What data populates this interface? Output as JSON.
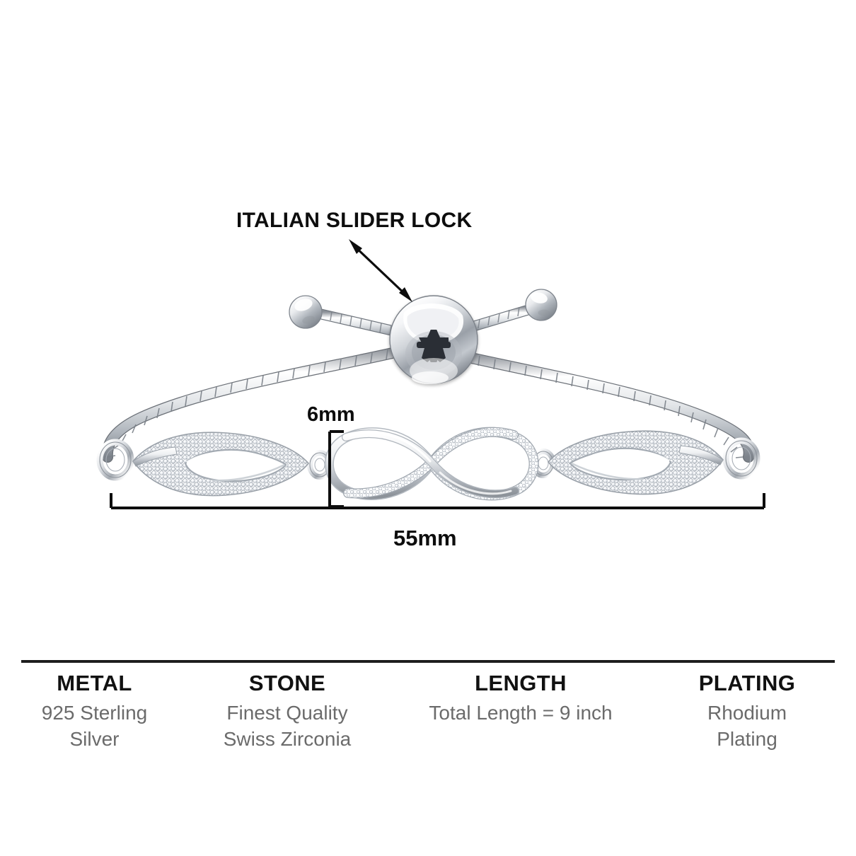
{
  "product": {
    "type": "adjustable-bolo-bracelet",
    "motif": "infinity"
  },
  "annotations": {
    "slider_lock_label": "ITALIAN SLIDER LOCK",
    "arrow": "double-headed-arrow"
  },
  "dimensions": {
    "width_label": "6mm",
    "length_label": "55mm"
  },
  "specs": [
    {
      "title": "METAL",
      "lines": [
        "925 Sterling",
        "Silver"
      ]
    },
    {
      "title": "STONE",
      "lines": [
        "Finest Quality",
        "Swiss Zirconia"
      ]
    },
    {
      "title": "LENGTH",
      "lines": [
        "Total Length = 9 inch"
      ]
    },
    {
      "title": "PLATING",
      "lines": [
        "Rhodium",
        "Plating"
      ]
    }
  ],
  "colors": {
    "background": "#ffffff",
    "text_primary": "#0d0d0d",
    "text_secondary": "#6b6b6b",
    "divider": "#1c1c1c",
    "metal_light": "#fdfdfd",
    "metal_mid": "#c9ccd1",
    "metal_dark": "#8a8f96",
    "metal_shadow": "#5b6067"
  }
}
